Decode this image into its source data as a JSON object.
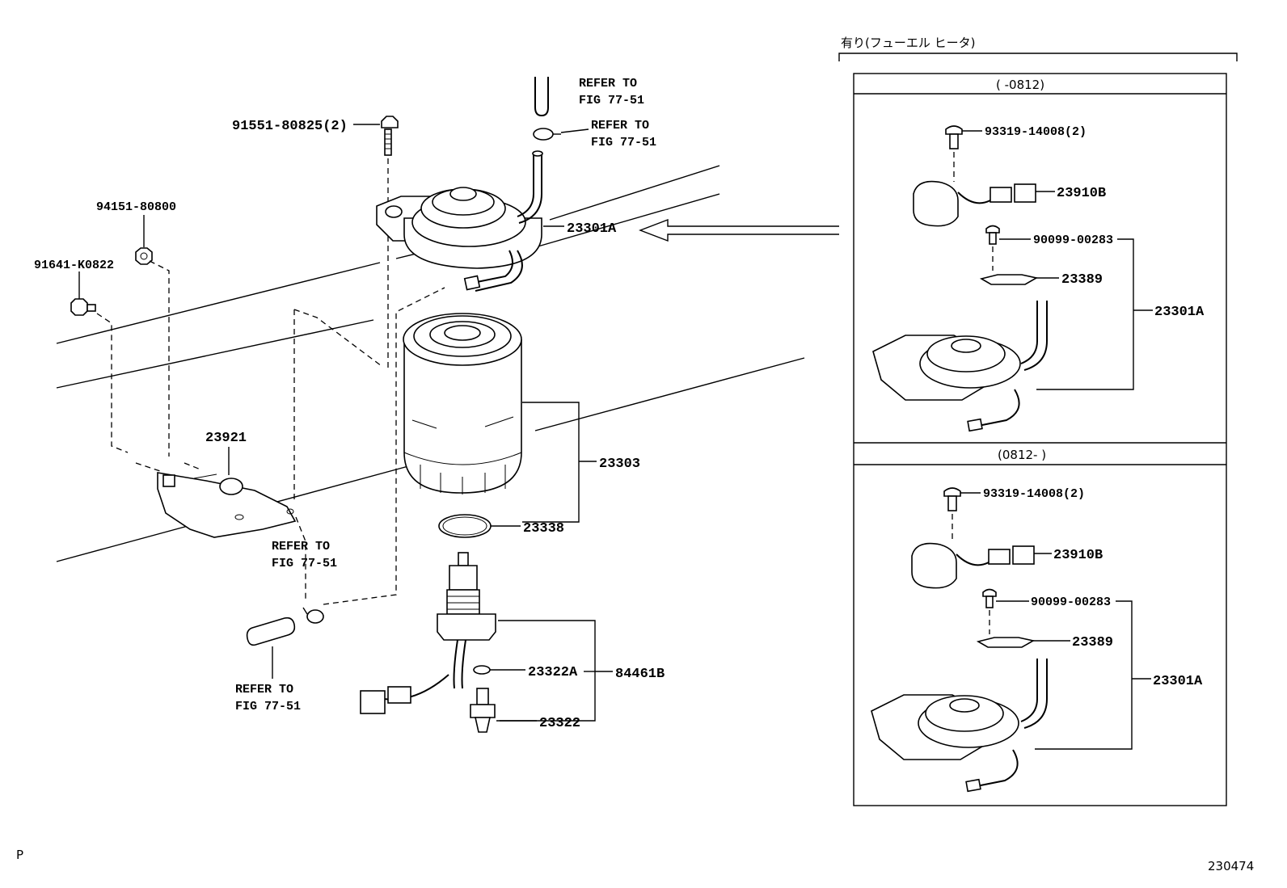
{
  "labels": {
    "p_91551": "91551-80825(2)",
    "p_94151": "94151-80800",
    "p_91641": "91641-K0822",
    "p_23921": "23921",
    "p_23301A_main": "23301A",
    "p_23303": "23303",
    "p_23338": "23338",
    "p_23322A": "23322A",
    "p_84461B": "84461B",
    "p_23322": "23322",
    "refer_top1_a": "REFER TO",
    "refer_top1_b": "FIG 77-51",
    "refer_top2_a": "REFER TO",
    "refer_top2_b": "FIG 77-51",
    "refer_mid_a": "REFER TO",
    "refer_mid_b": "FIG 77-51",
    "refer_bot_a": "REFER TO",
    "refer_bot_b": "FIG 77-51"
  },
  "inset": {
    "header_jp": "有り(フューエル ヒータ)",
    "upper": {
      "range": "(     -0812)",
      "p_screw": "93319-14008(2)",
      "p_sensor": "23910B",
      "p_bolt": "90099-00283",
      "p_bracket": "23389",
      "p_assy": "23301A"
    },
    "lower": {
      "range": "(0812-     )",
      "p_screw": "93319-14008(2)",
      "p_sensor": "23910B",
      "p_bolt": "90099-00283",
      "p_bracket": "23389",
      "p_assy": "23301A"
    }
  },
  "footer": {
    "page_mark": "P",
    "figure_no": "230474"
  }
}
